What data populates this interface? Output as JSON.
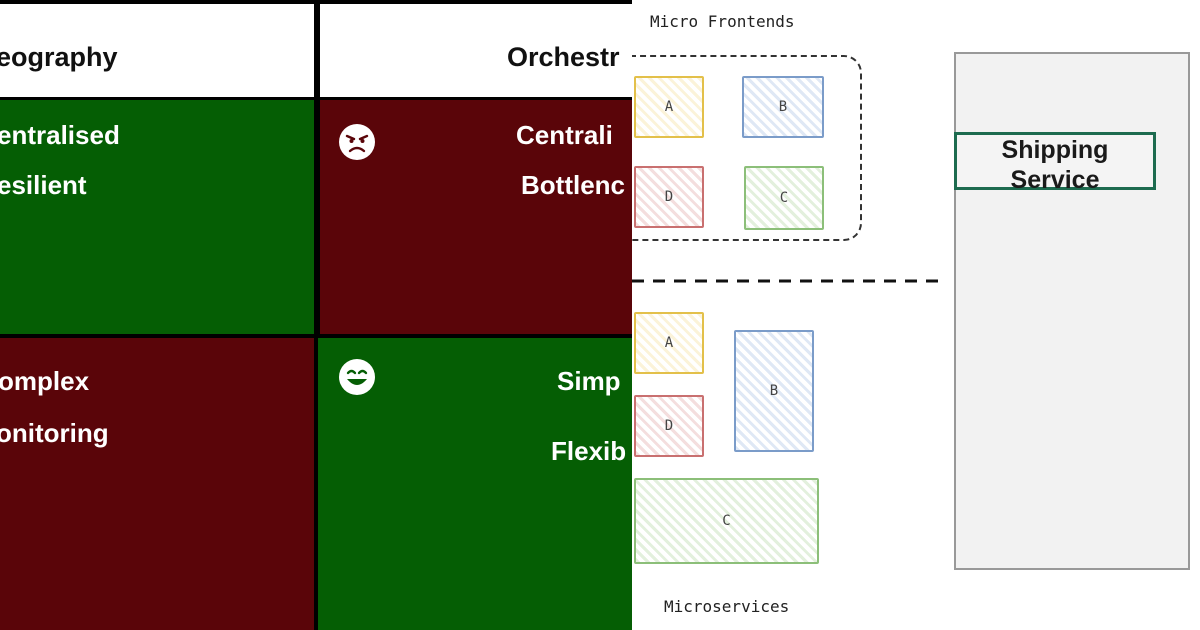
{
  "matrix": {
    "headers": {
      "choreography": "eography",
      "orchestration": "Orchestr"
    },
    "choreography_positive": {
      "line1": "entralised",
      "line2": "esilient"
    },
    "orchestration_negative": {
      "line1": "Centrali",
      "line2": "Bottlenc",
      "emoji": "angry-face-icon"
    },
    "choreography_negative": {
      "line1": "omplex",
      "line2": "onitoring"
    },
    "orchestration_positive": {
      "line1": "Simp",
      "line2": "Flexib",
      "emoji": "grinning-face-icon"
    },
    "colors": {
      "positive": "#055e04",
      "negative": "#5a0509",
      "header": "#ffffff",
      "grid": "#000000"
    }
  },
  "sketch": {
    "micro_frontends_label": "Micro Frontends",
    "microservices_label": "Microservices",
    "frontend_boxes": [
      {
        "label": "A",
        "color": "#e3c04a"
      },
      {
        "label": "B",
        "color": "#7b9cc9"
      },
      {
        "label": "D",
        "color": "#c97070"
      },
      {
        "label": "C",
        "color": "#8cbf79"
      }
    ],
    "service_boxes": [
      {
        "label": "A",
        "color": "#e3c04a"
      },
      {
        "label": "B",
        "color": "#7b9cc9"
      },
      {
        "label": "D",
        "color": "#c97070"
      },
      {
        "label": "C",
        "color": "#8cbf79"
      }
    ],
    "shipping_service": {
      "line1": "Shipping",
      "line2": "Service",
      "border_color": "#1d6b4f"
    }
  }
}
